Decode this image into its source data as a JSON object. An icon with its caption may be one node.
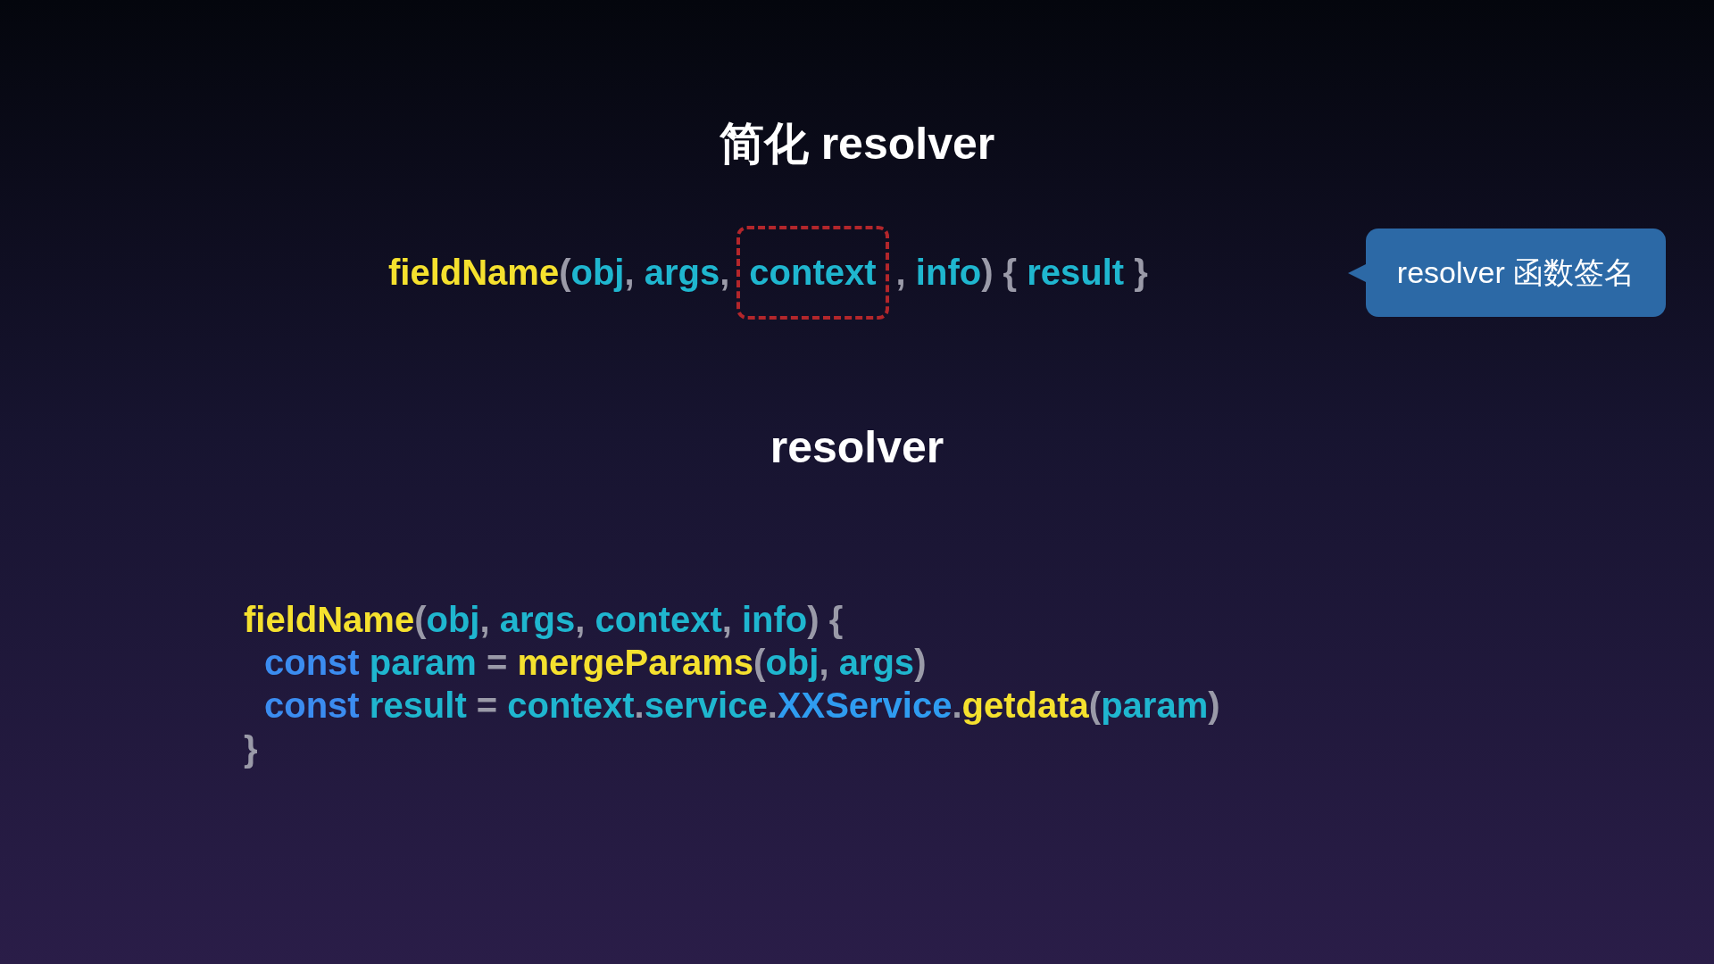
{
  "diagram": {
    "nodes": [
      {
        "text": [
          "context"
        ]
      },
      {
        "text": [
          "resolver 函数签名"
        ]
      }
    ],
    "labels": [
      "简化 resolver",
      "fieldName(obj, args,",
      ", info) { result }",
      "resolver",
      "fieldName(obj, args, context, info) {",
      "const param = mergeParams(obj, args)",
      "const result = context.service.XXService.getdata(param)",
      "}"
    ]
  }
}
